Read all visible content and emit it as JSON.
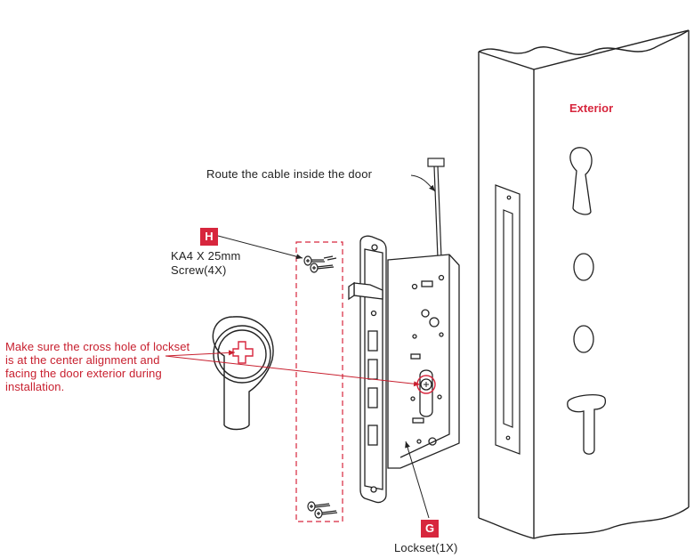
{
  "callouts": {
    "cable_route": "Route the cable inside the door",
    "screw_badge": "H",
    "screw_spec": "KA4 X 25mm",
    "screw_qty": "Screw(4X)",
    "lockset_badge": "G",
    "lockset_qty": "Lockset(1X)",
    "door_side": "Exterior"
  },
  "note": {
    "lines": [
      "Make sure the cross hole of lockset",
      "is at the center alignment and",
      "facing the door exterior during",
      "installation."
    ]
  },
  "colors": {
    "accent": "#d7263d",
    "note_text": "#c8202f",
    "line": "#222222"
  }
}
